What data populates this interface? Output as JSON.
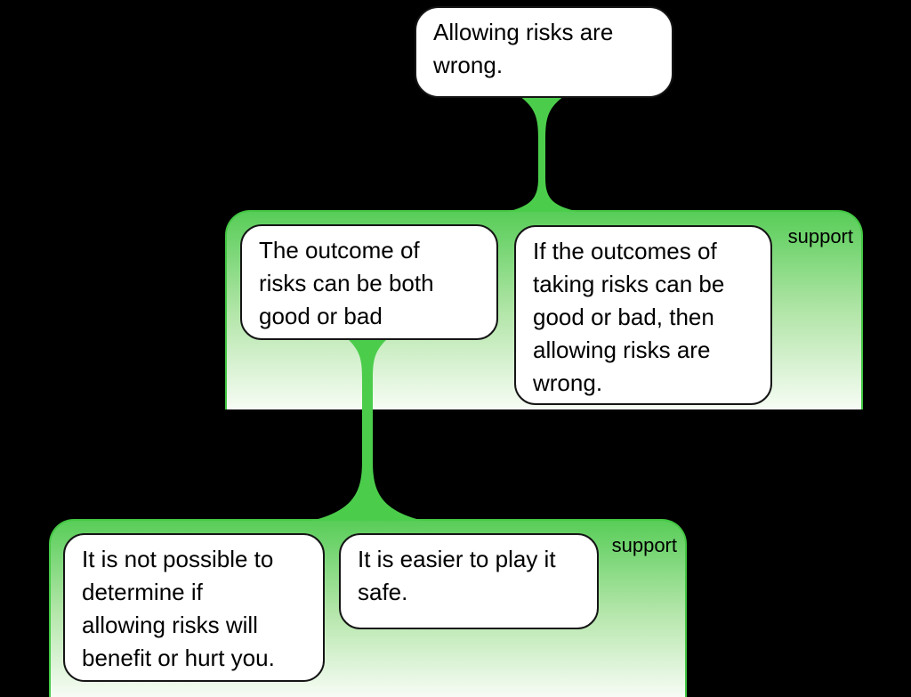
{
  "map": {
    "background": "#000000",
    "root": {
      "text": "Allowing risks are\nwrong."
    },
    "group1": {
      "label": "support",
      "boxes": [
        {
          "text": "The outcome of\nrisks can be both\ngood or bad"
        },
        {
          "text": "If the outcomes of\ntaking risks can be\ngood or bad, then\nallowing risks are\nwrong."
        }
      ]
    },
    "group2": {
      "label": "support",
      "boxes": [
        {
          "text": "It is not possible to\ndetermine if\nallowing risks will\nbenefit or hurt you."
        },
        {
          "text": "It is easier to play it\nsafe."
        }
      ]
    },
    "colors": {
      "connector": "#4bcd4b",
      "group_border": "#43c743",
      "group_gradient_top": "#58cd58",
      "group_gradient_mid": "#b4e6aa",
      "group_gradient_bottom": "#f7fcf5",
      "node_background": "#ffffff",
      "node_border": "#151515",
      "text": "#000000"
    }
  }
}
